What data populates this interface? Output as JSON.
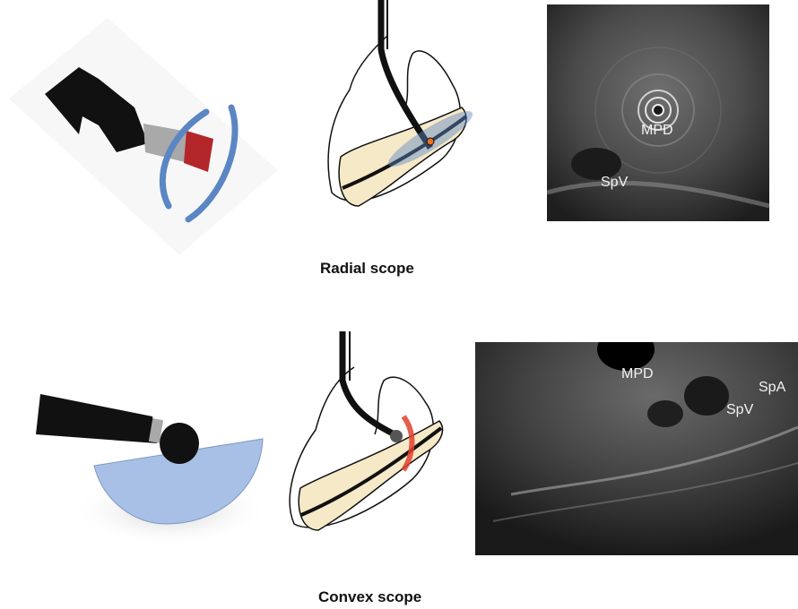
{
  "figure": {
    "radial": {
      "caption": "Radial scope",
      "us_labels": {
        "mpd": "MPD",
        "spv": "SpV"
      }
    },
    "convex": {
      "caption": "Convex scope",
      "us_labels": {
        "mpd": "MPD",
        "spv": "SpV",
        "spa": "SpA"
      }
    }
  },
  "colors": {
    "scope_body": "#111111",
    "scope_collar": "#a9a9a9",
    "radial_tip": "#b3262a",
    "ultrasound_blue": "#5b86c4",
    "convex_fan": "#a9c0e6",
    "pancreas": "#f6e9c8",
    "convex_highlight": "#e0412f",
    "radial_marker": "#e8711f"
  }
}
